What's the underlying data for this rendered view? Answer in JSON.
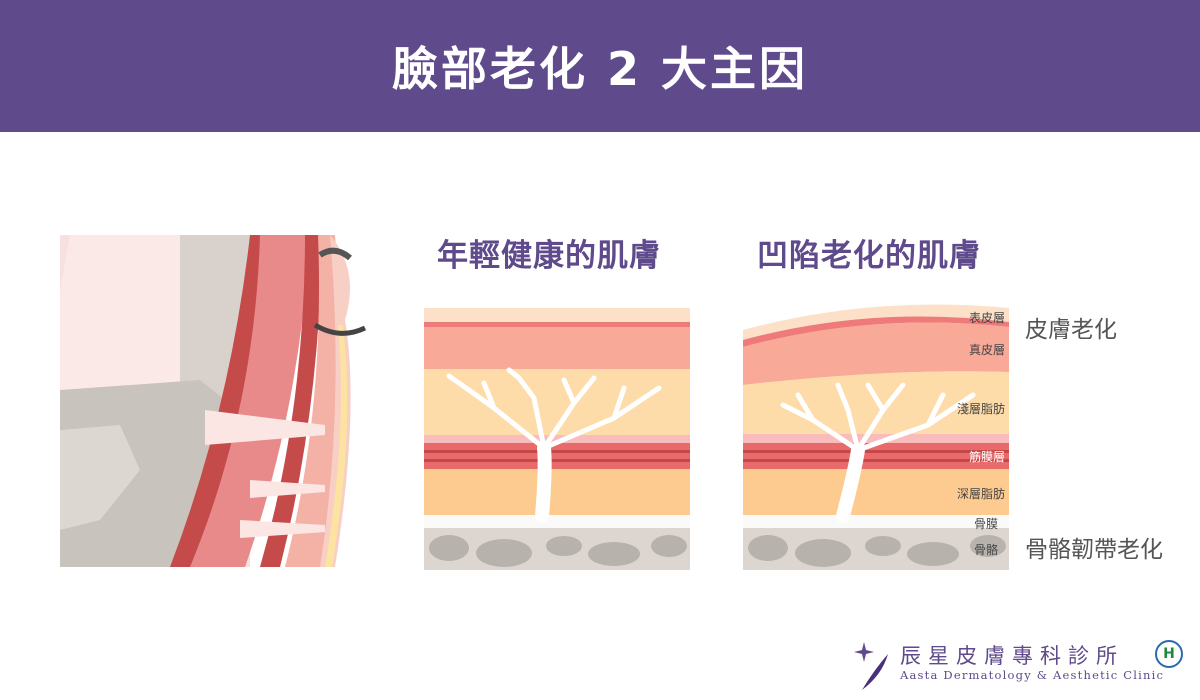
{
  "header": {
    "title": "臉部老化 2 大主因"
  },
  "panels": {
    "young_title": "年輕健康的肌膚",
    "aged_title": "凹陷老化的肌膚"
  },
  "layers": {
    "epidermis": "表皮層",
    "dermis": "真皮層",
    "superficial_fat": "淺層脂肪",
    "fascia": "筋膜層",
    "deep_fat": "深層脂肪",
    "periosteum": "骨膜",
    "bone": "骨骼"
  },
  "causes": {
    "skin": "皮膚老化",
    "bone_ligament": "骨骼韌帶老化"
  },
  "logo": {
    "name_zh": "辰星皮膚專科診所",
    "name_en": "Aasta Dermatology & Aesthetic Clinic"
  },
  "colors": {
    "brand": "#5f4a8b",
    "epidermis": "#fde0c8",
    "dermis": "#f9a998",
    "fat": "#fddcaa",
    "fascia": "#e86a6a",
    "bone": "#ddd6d0"
  }
}
